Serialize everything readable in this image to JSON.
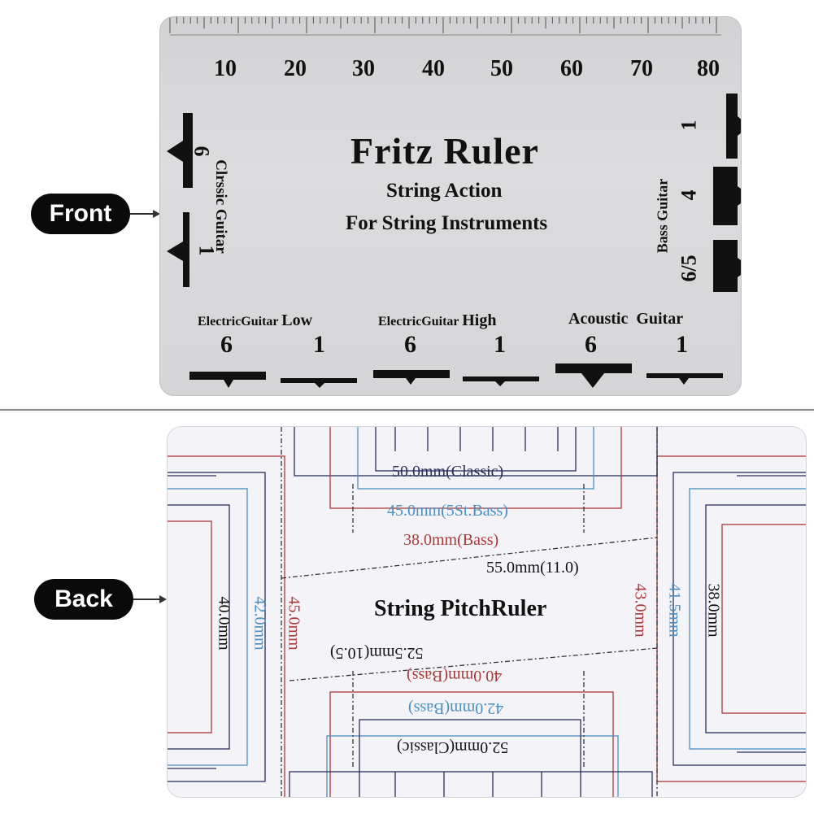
{
  "labels": {
    "front": "Front",
    "back": "Back"
  },
  "front": {
    "title": "Fritz Ruler",
    "subtitle": "String Action",
    "subtitle2": "For String Instruments",
    "ruler_numbers": [
      "10",
      "20",
      "30",
      "40",
      "50",
      "60",
      "70",
      "80"
    ],
    "classic_label": "Clrssic Guitar",
    "classic_top": "6",
    "classic_bottom": "1",
    "bass_label": "Bass Guitar",
    "bass_nums": [
      "1",
      "4",
      "6/5"
    ],
    "bottom_groups": [
      {
        "label_small": "Electric",
        "label_mid": "Guitar",
        "label_big": "Low",
        "left": "6",
        "right": "1"
      },
      {
        "label_small": "Electric",
        "label_mid": "Guitar",
        "label_big": "High",
        "left": "6",
        "right": "1"
      },
      {
        "label_small": "",
        "label_mid": "",
        "label_big": "Acoustic  Guitar",
        "left": "6",
        "right": "1"
      }
    ]
  },
  "back": {
    "title": "String  PitchRuler",
    "m_classic50": "50.0mm(Classic)",
    "m_5st": "45.0mm(5St.Bass)",
    "m_bass38": "38.0mm(Bass)",
    "m_55": "55.0mm(11.0)",
    "m_525": "52.5mm(10.5)",
    "m_bass40": "40.0mm(Bass)",
    "m_bass42": "42.0mm(Bass)",
    "m_classic52": "52.0mm(Classic)",
    "v_40": "40.0mm",
    "v_42": "42.0mm",
    "v_45": "45.0mm",
    "v_43": "43.0mm",
    "v_415": "41.5mm",
    "v_38": "38.0mm"
  },
  "colors": {
    "dark": "#111111",
    "red": "#a83a3a",
    "blue": "#4a8fbf",
    "navy": "#2a2f5a",
    "gray": "#555555"
  }
}
